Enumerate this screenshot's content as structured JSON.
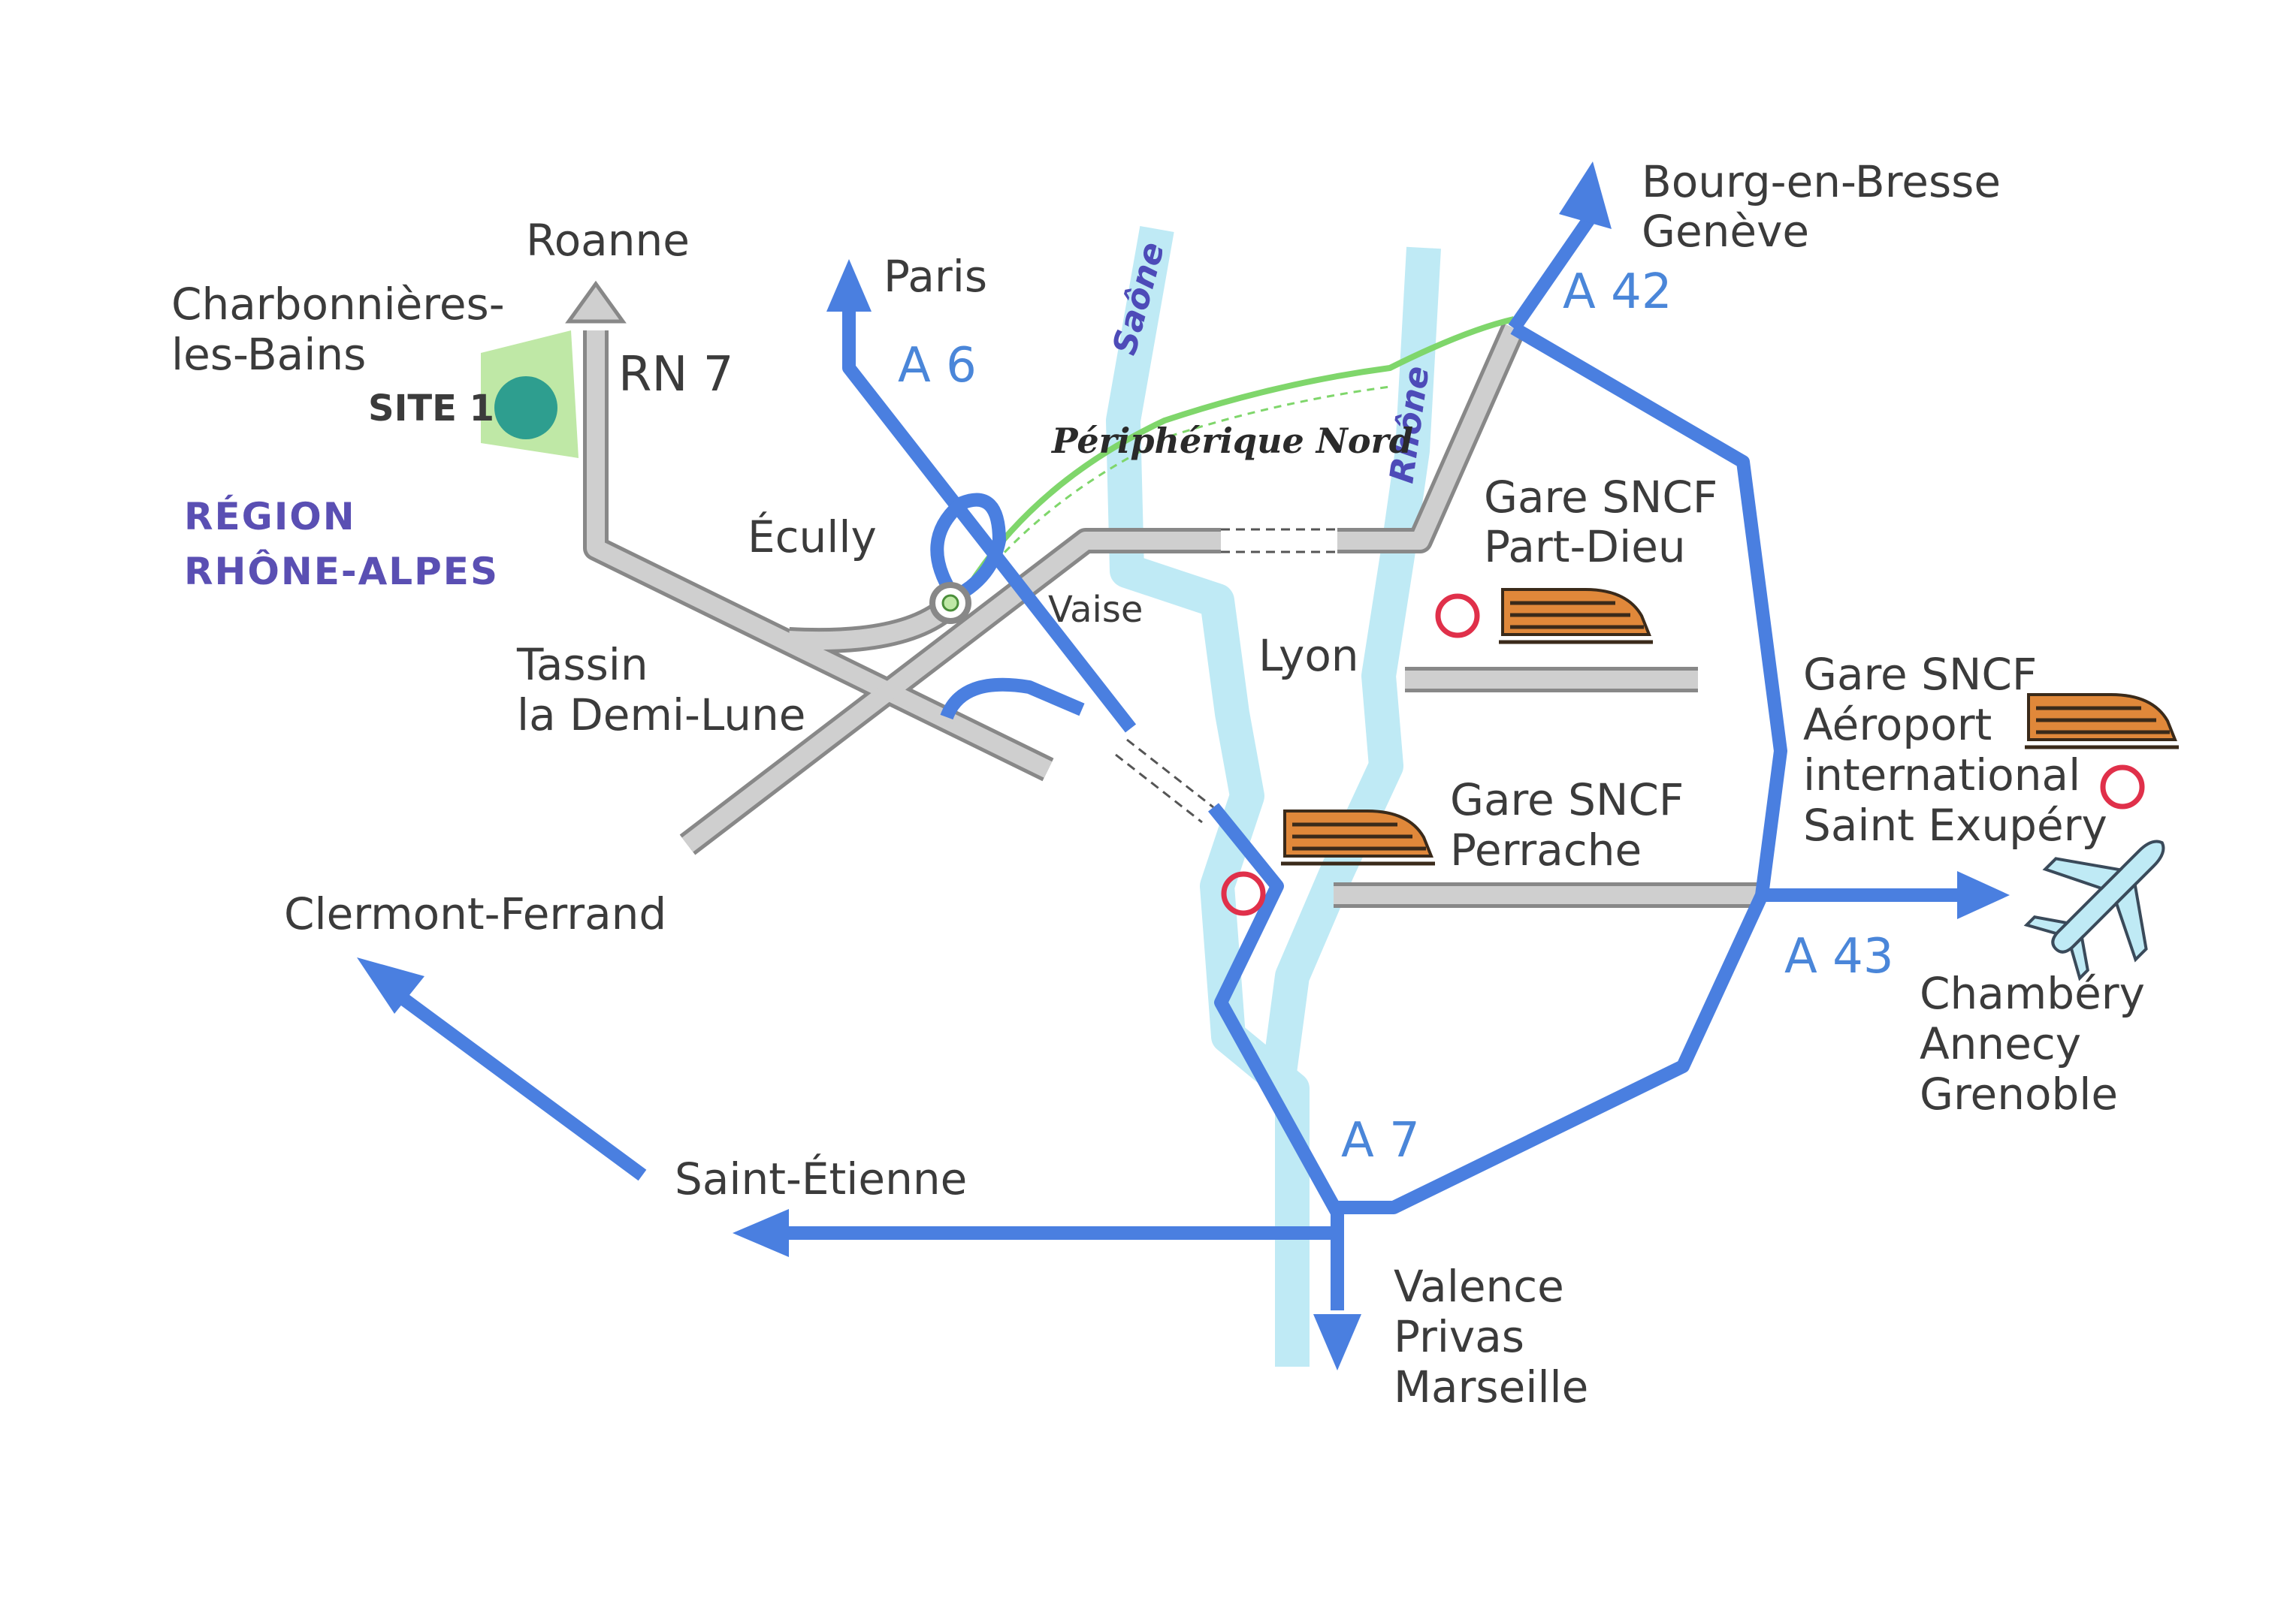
{
  "region": {
    "line1": "RÉGION",
    "line2": "RHÔNE-ALPES"
  },
  "site": {
    "line1": "Charbonnières-",
    "line2": "les-Bains",
    "badge": "SITE 1"
  },
  "places": {
    "roanne": "Roanne",
    "paris": "Paris",
    "ecully": "Écully",
    "vaise": "Vaise",
    "lyon": "Lyon",
    "tassin1": "Tassin",
    "tassin2": "la Demi-Lune",
    "clermont": "Clermont-Ferrand",
    "saint_etienne": "Saint-Étienne",
    "bourg1": "Bourg-en-Bresse",
    "bourg2": "Genève",
    "south1": "Valence",
    "south2": "Privas",
    "south3": "Marseille",
    "east1": "Chambéry",
    "east2": "Annecy",
    "east3": "Grenoble"
  },
  "roads": {
    "rn7": "RN 7",
    "a6": "A 6",
    "a42": "A 42",
    "a43": "A 43",
    "a7": "A 7"
  },
  "rivers": {
    "saone": "Saône",
    "rhone": "Rhône"
  },
  "peripherique": "Périphérique Nord",
  "stations": {
    "part_dieu": {
      "line1": "Gare SNCF",
      "line2": "Part-Dieu"
    },
    "perrache": {
      "line1": "Gare SNCF",
      "line2": "Perrache"
    },
    "airport": {
      "line1": "Gare SNCF",
      "line2": "Aéroport",
      "line3": "international",
      "line4": "Saint Exupéry"
    }
  },
  "colors": {
    "motorway": "#4a7fe0",
    "road": "#c8c8c8",
    "river": "#bfeaf5",
    "peripherique": "#7fd66b",
    "site_zone": "#bfe8a6",
    "site_dot": "#2e9e8f",
    "station_ring": "#e0304a",
    "train": "#e0883a"
  },
  "icons": [
    "train-icon",
    "airplane-icon",
    "station-marker-icon",
    "arrow-icon"
  ]
}
